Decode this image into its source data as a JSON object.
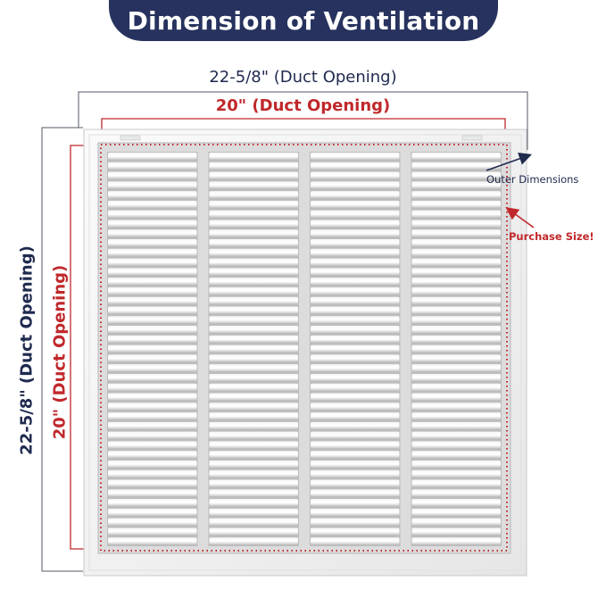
{
  "title": "Dimension of Ventilation",
  "labels": {
    "outer_width": "22-5/8\" (Duct Opening)",
    "inner_width": "20\" (Duct Opening)",
    "outer_height": "22-5/8\" (Duct Opening)",
    "inner_height": "20\" (Duct Opening)",
    "outer_dimensions": "Outer Dimensions",
    "purchase_size": "Purchase Size!"
  },
  "colors": {
    "banner": "#27335e",
    "outer_dimension": "#1f2a4f",
    "inner_dimension": "#c0282b"
  },
  "grille": {
    "columns": 4,
    "louvers_per_column": 41
  }
}
